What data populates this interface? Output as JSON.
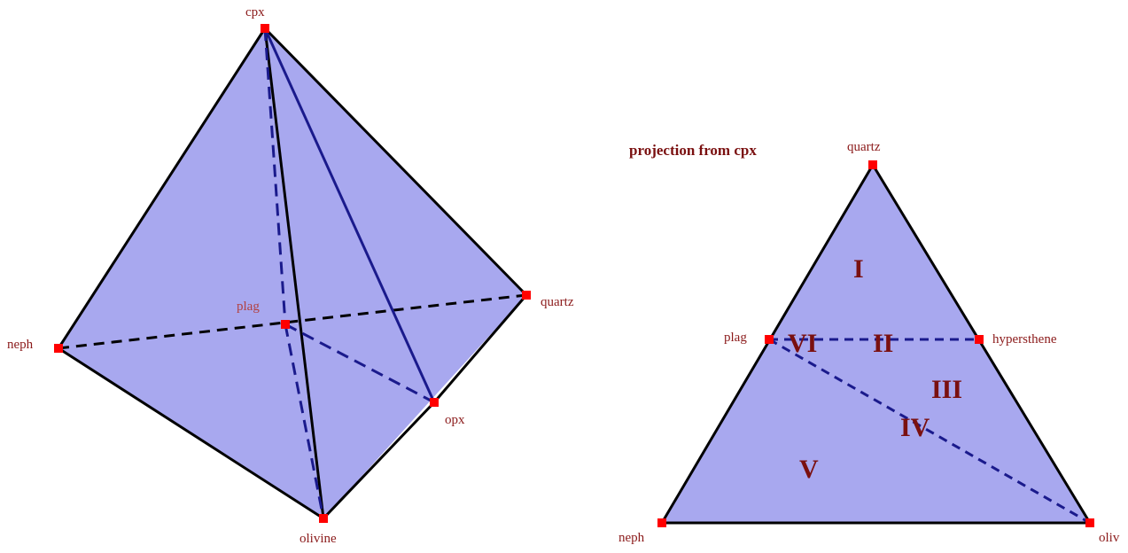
{
  "tetrahedron": {
    "vertices": {
      "cpx": "cpx",
      "neph": "neph",
      "plag": "plag",
      "quartz": "quartz",
      "opx": "opx",
      "olivine": "olivine"
    }
  },
  "projection": {
    "title": "projection from cpx",
    "vertices": {
      "quartz": "quartz",
      "plag": "plag",
      "hypersthene": "hypersthene",
      "neph": "neph",
      "oliv": "oliv"
    },
    "regions": {
      "r1": "I",
      "r2": "II",
      "r3": "III",
      "r4": "IV",
      "r5": "V",
      "r6": "VI"
    }
  },
  "colors": {
    "fill": "#a8a8ef",
    "edge": "#000000",
    "inner_edge": "#1a1a8c",
    "vertex_marker": "#ff0000",
    "label": "#8b1a1a"
  }
}
